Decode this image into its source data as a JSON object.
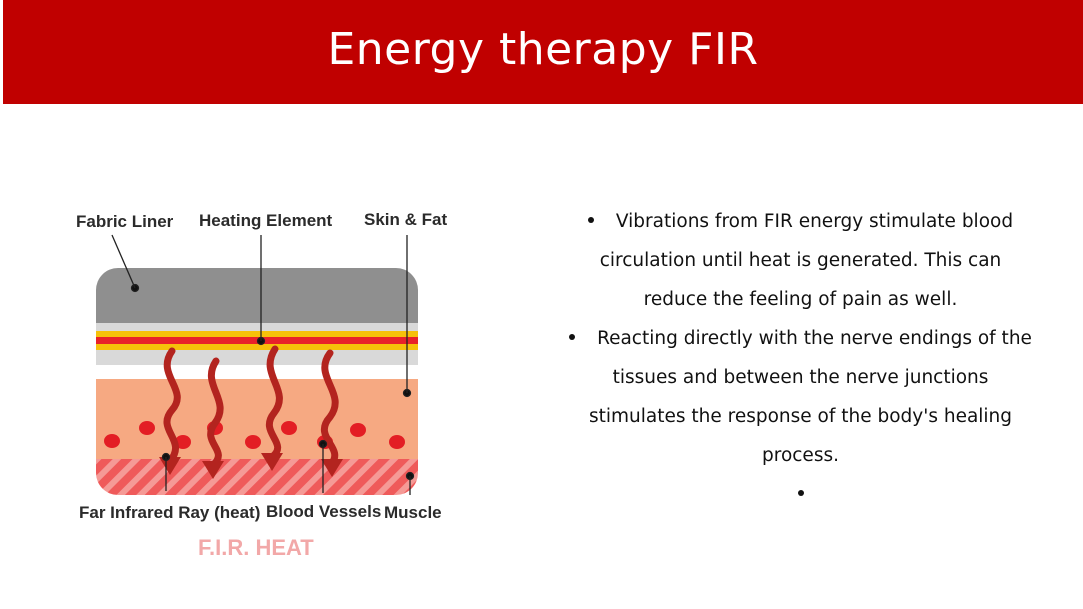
{
  "title": "Energy therapy FIR",
  "diagram": {
    "labels": {
      "fabric_liner": "Fabric Liner",
      "heating_element": "Heating Element",
      "skin_fat": "Skin & Fat",
      "far_infrared": "Far Infrared Ray (heat)",
      "blood_vessels": "Blood Vessels",
      "muscle": "Muscle"
    },
    "caption": "F.I.R. HEAT",
    "colors": {
      "fabric": "#8f8f8f",
      "heating_red": "#e8222a",
      "heating_yellow": "#f6c10a",
      "skin_fat": "#f6a982",
      "muscle": "#ef5a5a",
      "wave": "#b3241f",
      "blood_cell": "#e31e24"
    }
  },
  "bullets": [
    {
      "lines": [
        "Vibrations from FIR energy stimulate blood",
        "circulation until heat is generated. This can",
        "reduce the feeling of pain as well."
      ]
    },
    {
      "lines": [
        "Reacting directly with the nerve endings of the",
        "tissues and between the nerve junctions",
        "stimulates the response of the body's healing",
        "process."
      ]
    },
    {
      "lines": [
        ""
      ]
    }
  ],
  "accent_color": "#c00000"
}
